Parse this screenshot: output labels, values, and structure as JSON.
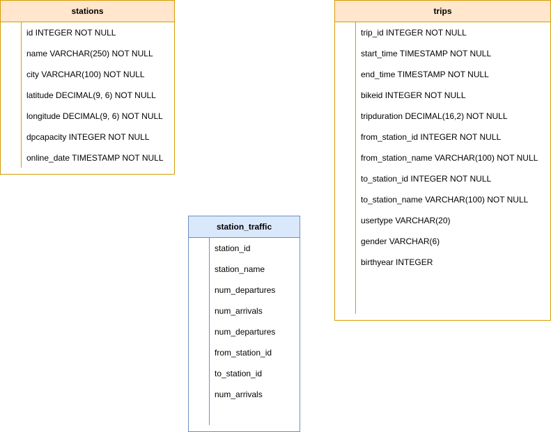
{
  "tables": {
    "stations": {
      "title": "stations",
      "columns": [
        "id INTEGER NOT NULL",
        "name VARCHAR(250) NOT NULL",
        "city VARCHAR(100) NOT NULL",
        "latitude DECIMAL(9, 6) NOT NULL",
        "longitude DECIMAL(9, 6) NOT NULL",
        "dpcapacity INTEGER NOT NULL",
        "online_date TIMESTAMP NOT NULL"
      ]
    },
    "trips": {
      "title": "trips",
      "columns": [
        "trip_id INTEGER NOT NULL",
        "start_time TIMESTAMP NOT NULL",
        "end_time TIMESTAMP NOT NULL",
        "bikeid INTEGER NOT NULL",
        "tripduration DECIMAL(16,2) NOT NULL",
        "from_station_id INTEGER NOT NULL",
        "from_station_name VARCHAR(100) NOT NULL",
        "to_station_id INTEGER NOT NULL",
        "to_station_name VARCHAR(100) NOT NULL",
        "usertype VARCHAR(20)",
        "gender VARCHAR(6)",
        "birthyear INTEGER"
      ]
    },
    "station_traffic": {
      "title": "station_traffic",
      "columns": [
        "station_id",
        "station_name",
        "num_departures",
        "num_arrivals",
        "num_departures",
        "from_station_id",
        "to_station_id",
        "num_arrivals"
      ]
    }
  },
  "colors": {
    "orange_fill": "#ffe6cc",
    "orange_stroke": "#d79b00",
    "blue_fill": "#dae8fc",
    "blue_stroke": "#6c8ebf"
  }
}
